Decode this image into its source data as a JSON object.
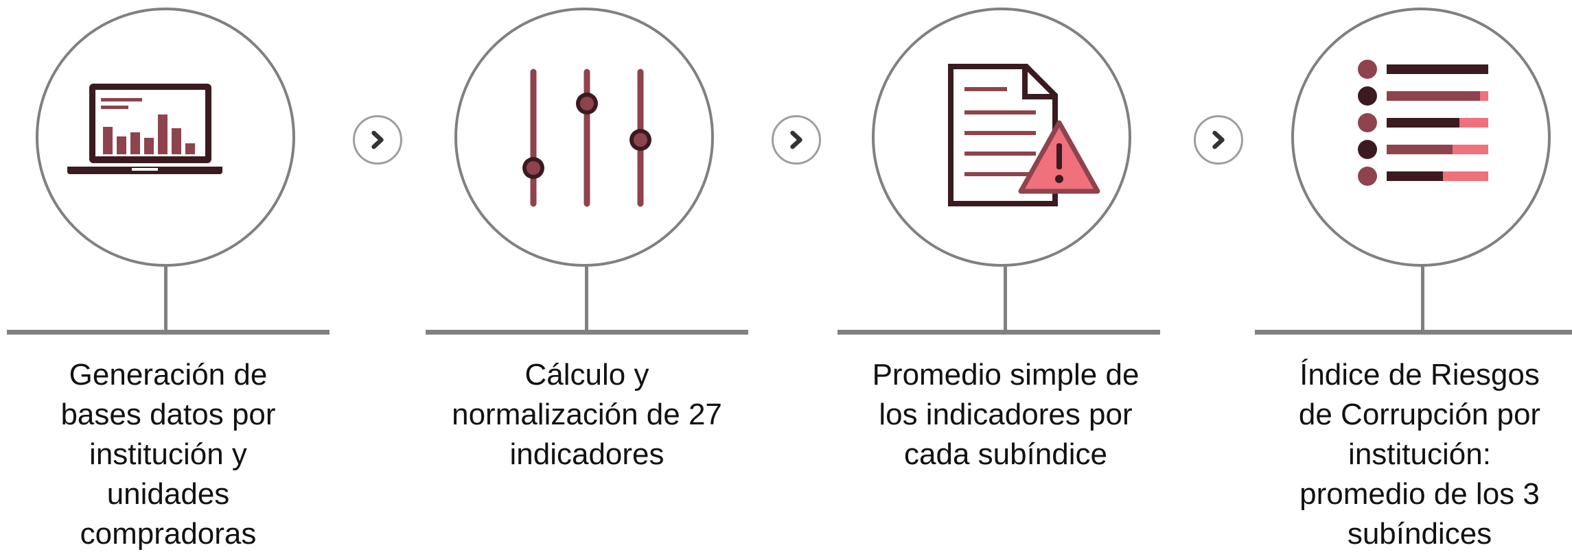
{
  "colors": {
    "line": "#808080",
    "dark": "#3b1b20",
    "rose": "#8e434d",
    "pink": "#f0707c"
  },
  "steps": [
    {
      "icon": "laptop-bar-chart-icon",
      "label_lines": [
        "Generación de",
        "bases datos por",
        "institución y",
        "unidades",
        "compradoras"
      ]
    },
    {
      "icon": "sliders-icon",
      "label_lines": [
        "Cálculo y",
        "normalización de 27",
        "indicadores"
      ]
    },
    {
      "icon": "document-warning-icon",
      "label_lines": [
        "Promedio simple de",
        "los indicadores por",
        "cada subíndice"
      ]
    },
    {
      "icon": "ranked-list-icon",
      "label_lines": [
        "Índice de Riesgos",
        "de Corrupción por",
        "institución:",
        "promedio de los 3",
        "subíndices"
      ]
    }
  ],
  "connectors": [
    {
      "icon": "chevron-right-icon"
    },
    {
      "icon": "chevron-right-icon"
    },
    {
      "icon": "chevron-right-icon"
    }
  ]
}
